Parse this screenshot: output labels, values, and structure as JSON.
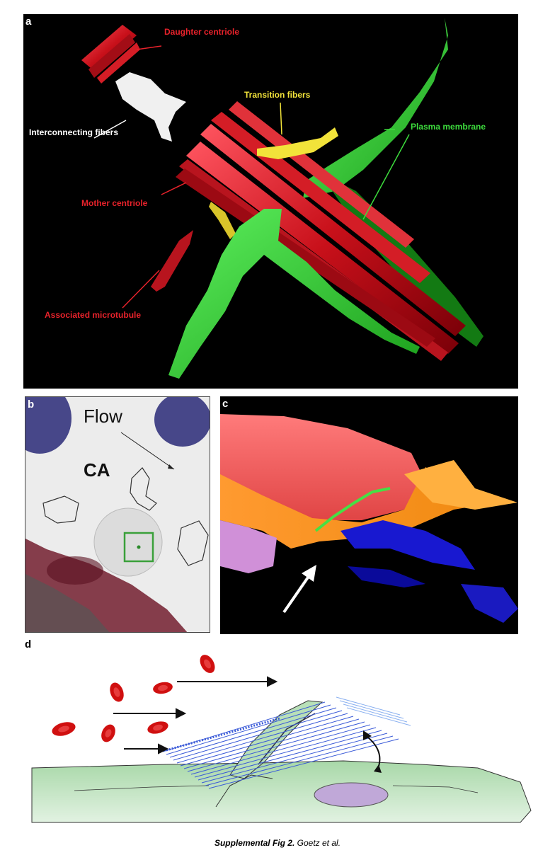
{
  "panel_a": {
    "label": "a",
    "annotations": {
      "daughter_centriole": "Daughter centriole",
      "transition_fibers": "Transition fibers",
      "interconnecting_fibers": "Interconnecting fibers",
      "plasma_membrane": "Plasma membrane",
      "mother_centriole": "Mother centriole",
      "associated_microtubule": "Associated microtubule"
    },
    "colors": {
      "red": "#e8222b",
      "green": "#3ddc3d",
      "yellow": "#f2e33a",
      "white": "#ffffff"
    }
  },
  "panel_b": {
    "label": "b",
    "flow_label": "Flow",
    "ca_label": "CA"
  },
  "panel_c": {
    "label": "c"
  },
  "panel_d": {
    "label": "d"
  },
  "caption": {
    "title": "Supplemental Fig 2.",
    "authors": "Goetz et al."
  }
}
